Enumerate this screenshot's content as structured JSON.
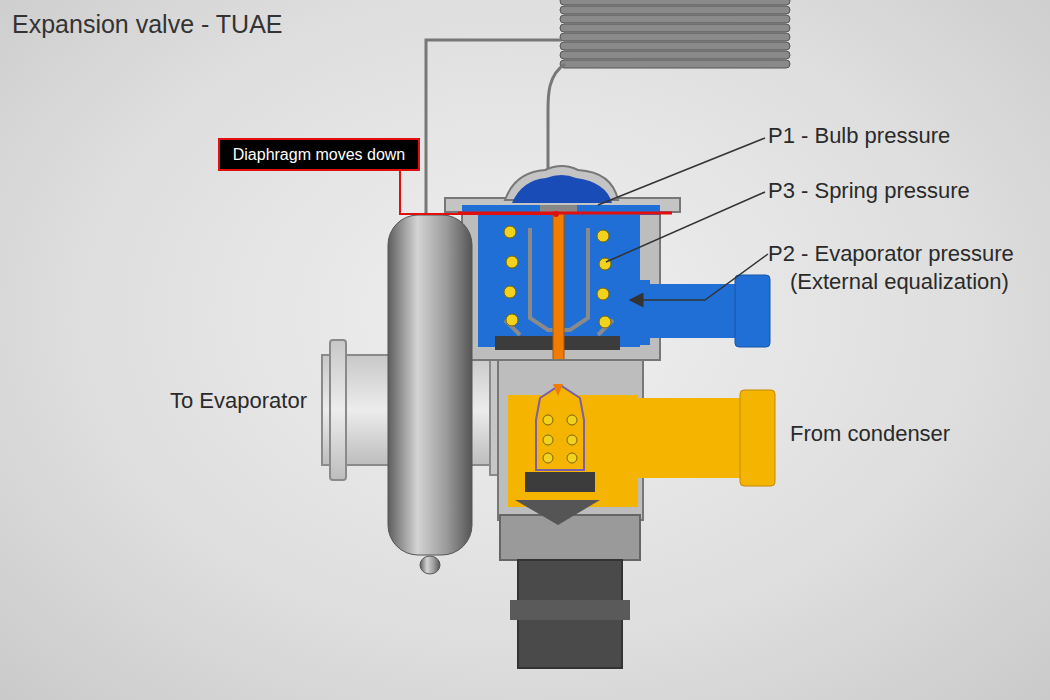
{
  "diagram": {
    "title": "Expansion valve - TUAE",
    "nodes": [
      {
        "text": [
          "Diaphragm moves down"
        ]
      }
    ],
    "labels": [
      "P1 - Bulb pressure",
      "P3 - Spring pressure",
      "P2 - Evaporator pressure (External equalization)",
      "To Evaporator",
      "From condenser"
    ]
  }
}
